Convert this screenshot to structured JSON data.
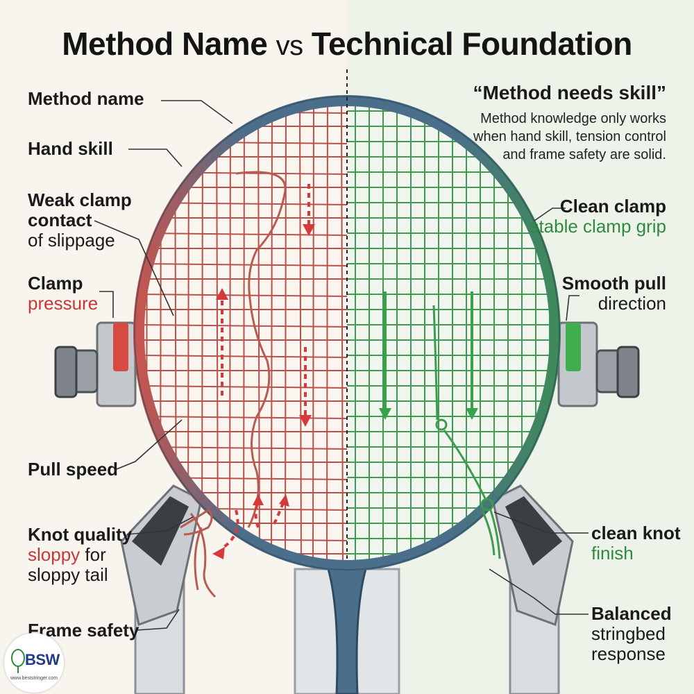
{
  "title": {
    "part1": "Method Name",
    "vs": "vs",
    "part2": "Technical Foundation"
  },
  "left_labels": {
    "method_name": "Method name",
    "hand_skill": "Hand skill",
    "weak_clamp_1": "Weak clamp",
    "weak_clamp_2": "contact",
    "weak_clamp_3": "of slippage",
    "clamp": "Clamp",
    "pressure": "pressure",
    "pull_speed": "Pull speed",
    "knot_quality": "Knot quality",
    "sloppy": "sloppy",
    "for": " for",
    "sloppy_tail": "sloppy tail",
    "frame_safety": "Frame safety"
  },
  "right_labels": {
    "quote_title": "“Method needs skill”",
    "quote_body": "Method knowledge only works when hand skill, tension control and frame safety are solid.",
    "clean_clamp": "Clean clamp",
    "stable_grip": "stable clamp grip",
    "smooth_pull": "Smooth pull",
    "direction": "direction",
    "clean_knot": "clean knot",
    "finish": "finish",
    "balanced_1": "Balanced",
    "balanced_2": "stringbed",
    "balanced_3": "response"
  },
  "logo": {
    "text": "BSW",
    "site": "www.beststringer.com",
    "icon": "racket-logo-icon"
  },
  "colors": {
    "bad": "#c9363a",
    "good": "#2e8b3e",
    "frame": "#3e6a86",
    "string_left": "#b8504c",
    "string_right": "#3e9a4e"
  }
}
